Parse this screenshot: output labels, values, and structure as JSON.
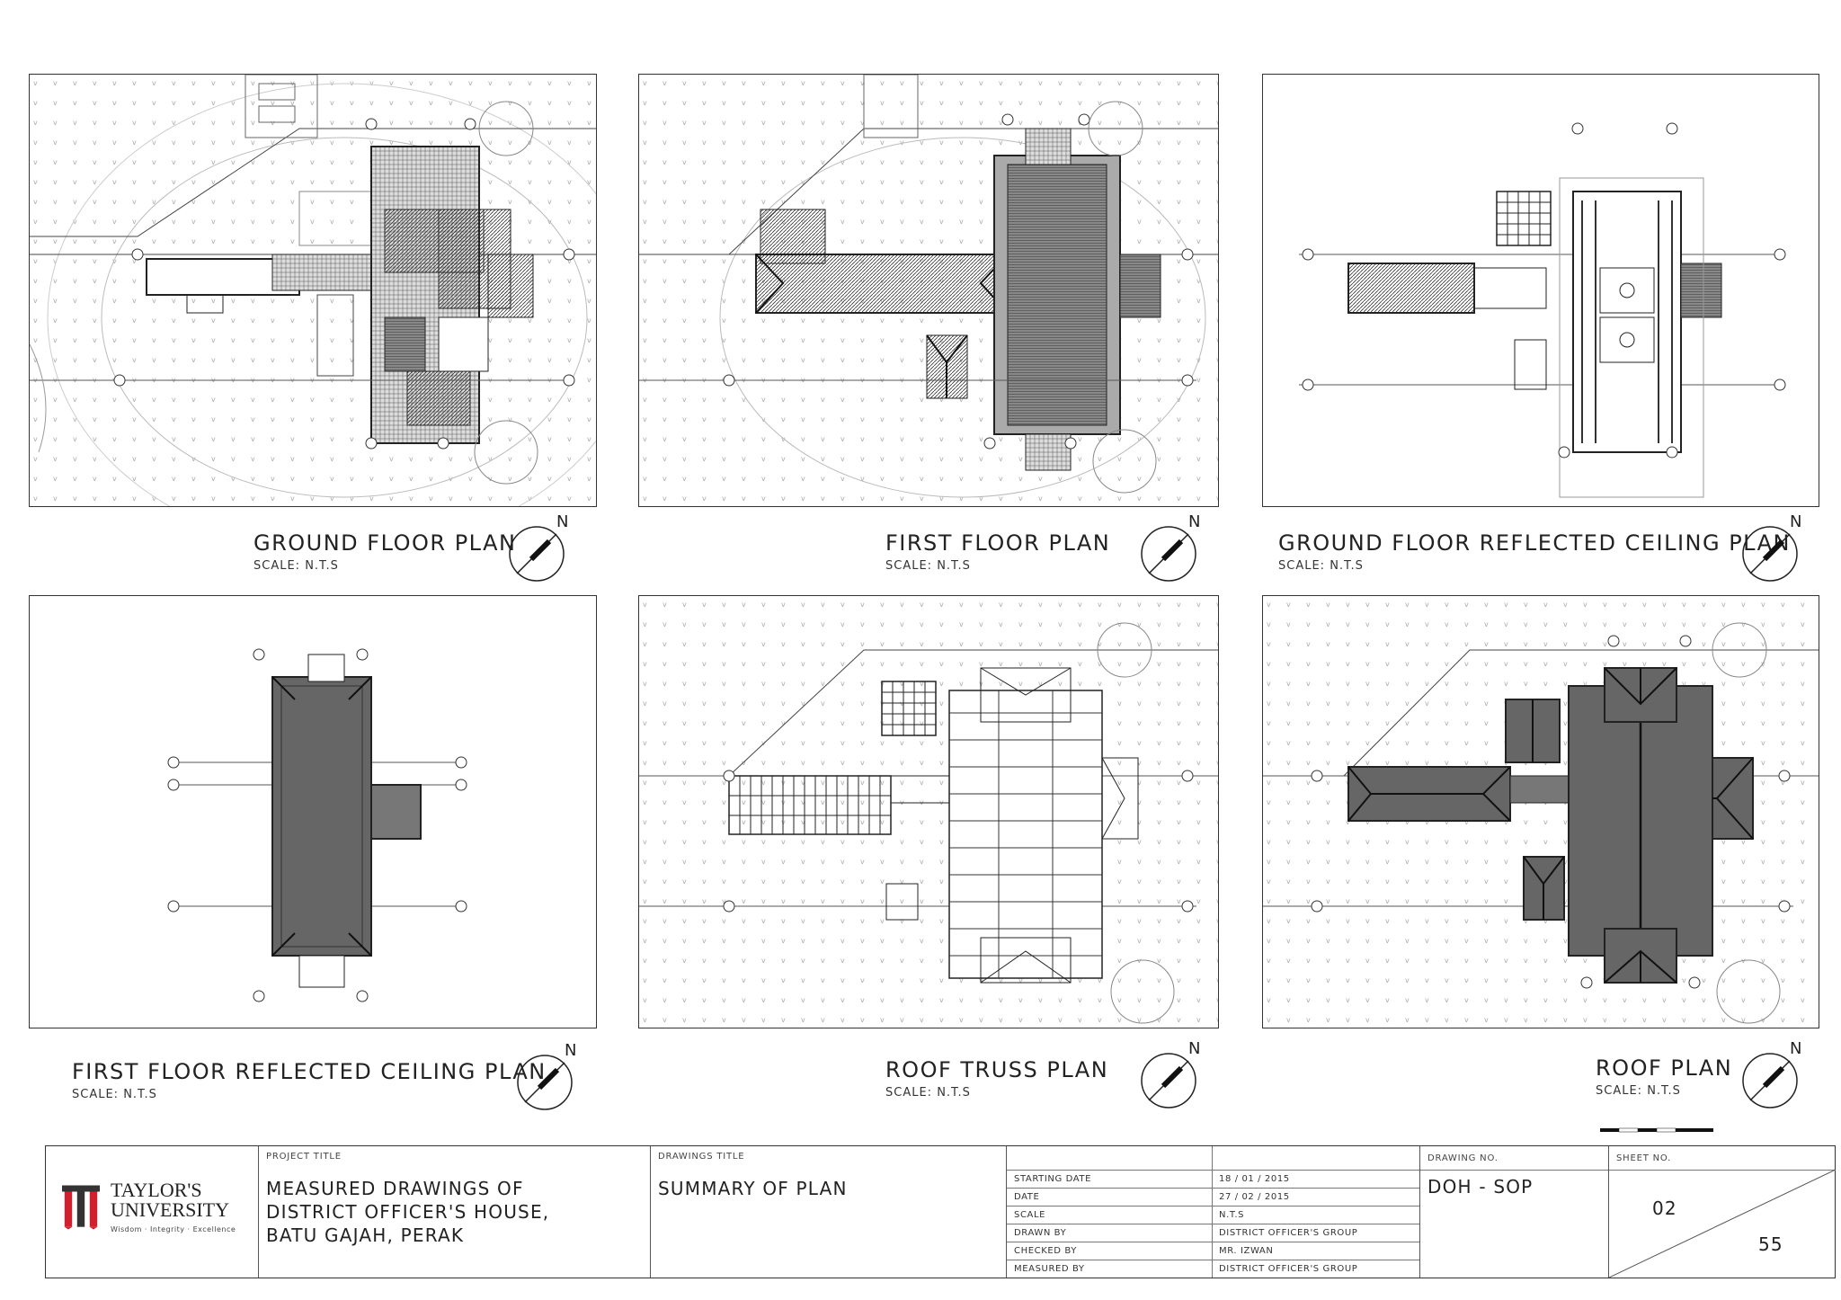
{
  "plans": [
    {
      "title": "GROUND FLOOR PLAN",
      "scale": "SCALE: N.T.S"
    },
    {
      "title": "FIRST FLOOR PLAN",
      "scale": "SCALE: N.T.S"
    },
    {
      "title": "GROUND FLOOR REFLECTED CEILING PLAN",
      "scale": "SCALE: N.T.S"
    },
    {
      "title": "FIRST FLOOR REFLECTED CEILING PLAN",
      "scale": "SCALE: N.T.S"
    },
    {
      "title": "ROOF TRUSS PLAN",
      "scale": "SCALE: N.T.S"
    },
    {
      "title": "ROOF PLAN",
      "scale": "SCALE: N.T.S"
    }
  ],
  "north_label": "N",
  "title_block": {
    "logo": {
      "name": "TAYLOR'S",
      "name2": "UNIVERSITY",
      "tagline": "Wisdom · Integrity · Excellence"
    },
    "project_title_label": "PROJECT TITLE",
    "project_title_lines": [
      "MEASURED DRAWINGS OF",
      "DISTRICT OFFICER'S HOUSE,",
      "BATU GAJAH, PERAK"
    ],
    "drawings_title_label": "DRAWINGS TITLE",
    "drawings_title": "SUMMARY OF PLAN",
    "info_rows": [
      {
        "label": "STARTING DATE",
        "value": "18 / 01 / 2015"
      },
      {
        "label": "DATE",
        "value": "27 / 02 / 2015"
      },
      {
        "label": "SCALE",
        "value": "N.T.S"
      },
      {
        "label": "DRAWN BY",
        "value": "DISTRICT OFFICER'S GROUP"
      },
      {
        "label": "CHECKED BY",
        "value": "MR. IZWAN"
      },
      {
        "label": "MEASURED BY",
        "value": "DISTRICT OFFICER'S GROUP"
      }
    ],
    "drawing_no_label": "DRAWING NO.",
    "drawing_no": "DOH - SOP",
    "sheet_no_label": "SHEET NO.",
    "sheet_no": "02",
    "sheet_total": "55"
  },
  "colors": {
    "line": "#333333",
    "dark_fill": "#555555",
    "mid_fill": "#999999",
    "light_fill": "#cccccc",
    "logo_red": "#d0202f",
    "logo_dark": "#333333"
  }
}
